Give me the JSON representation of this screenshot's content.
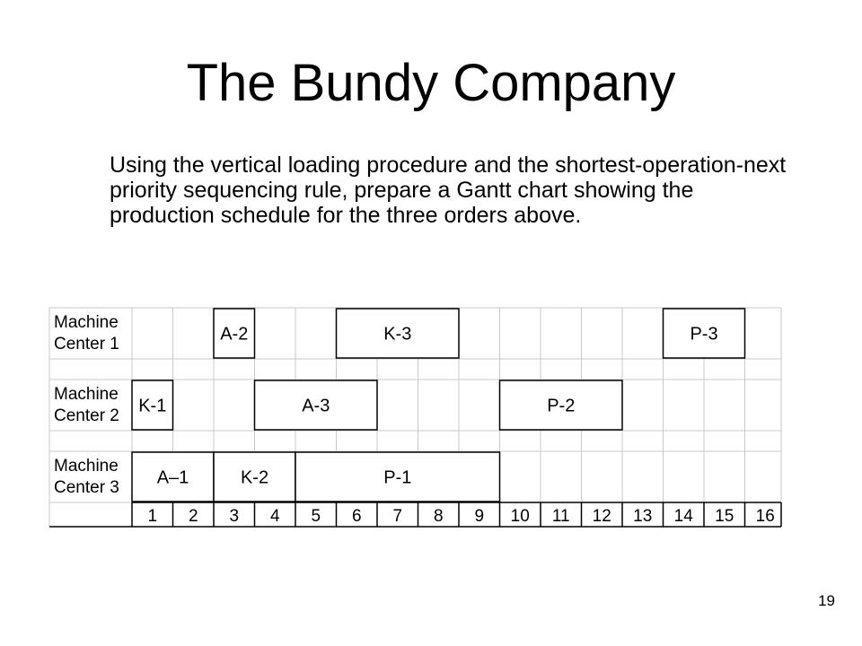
{
  "slide": {
    "title": "The Bundy Company",
    "body": "Using the vertical loading procedure and the shortest-operation-next priority sequencing rule, prepare a Gantt chart showing the production schedule for the three orders above.",
    "page_number": "19"
  },
  "gantt": {
    "rows": [
      {
        "label": [
          "Machine",
          "Center 1"
        ],
        "tasks": [
          {
            "name": "A-2",
            "start": 3,
            "end": 3
          },
          {
            "name": "K-3",
            "start": 6,
            "end": 8
          },
          {
            "name": "P-3",
            "start": 14,
            "end": 15
          }
        ]
      },
      {
        "label": [
          "Machine",
          "Center 2"
        ],
        "tasks": [
          {
            "name": "K-1",
            "start": 1,
            "end": 1
          },
          {
            "name": "A-3",
            "start": 4,
            "end": 6
          },
          {
            "name": "P-2",
            "start": 10,
            "end": 12
          }
        ]
      },
      {
        "label": [
          "Machine",
          "Center 3"
        ],
        "tasks": [
          {
            "name": "A–1",
            "start": 1,
            "end": 2
          },
          {
            "name": "K-2",
            "start": 3,
            "end": 4
          },
          {
            "name": "P-1",
            "start": 5,
            "end": 9
          }
        ]
      }
    ],
    "time_periods": [
      "1",
      "2",
      "3",
      "4",
      "5",
      "6",
      "7",
      "8",
      "9",
      "10",
      "11",
      "12",
      "13",
      "14",
      "15",
      "16"
    ]
  }
}
